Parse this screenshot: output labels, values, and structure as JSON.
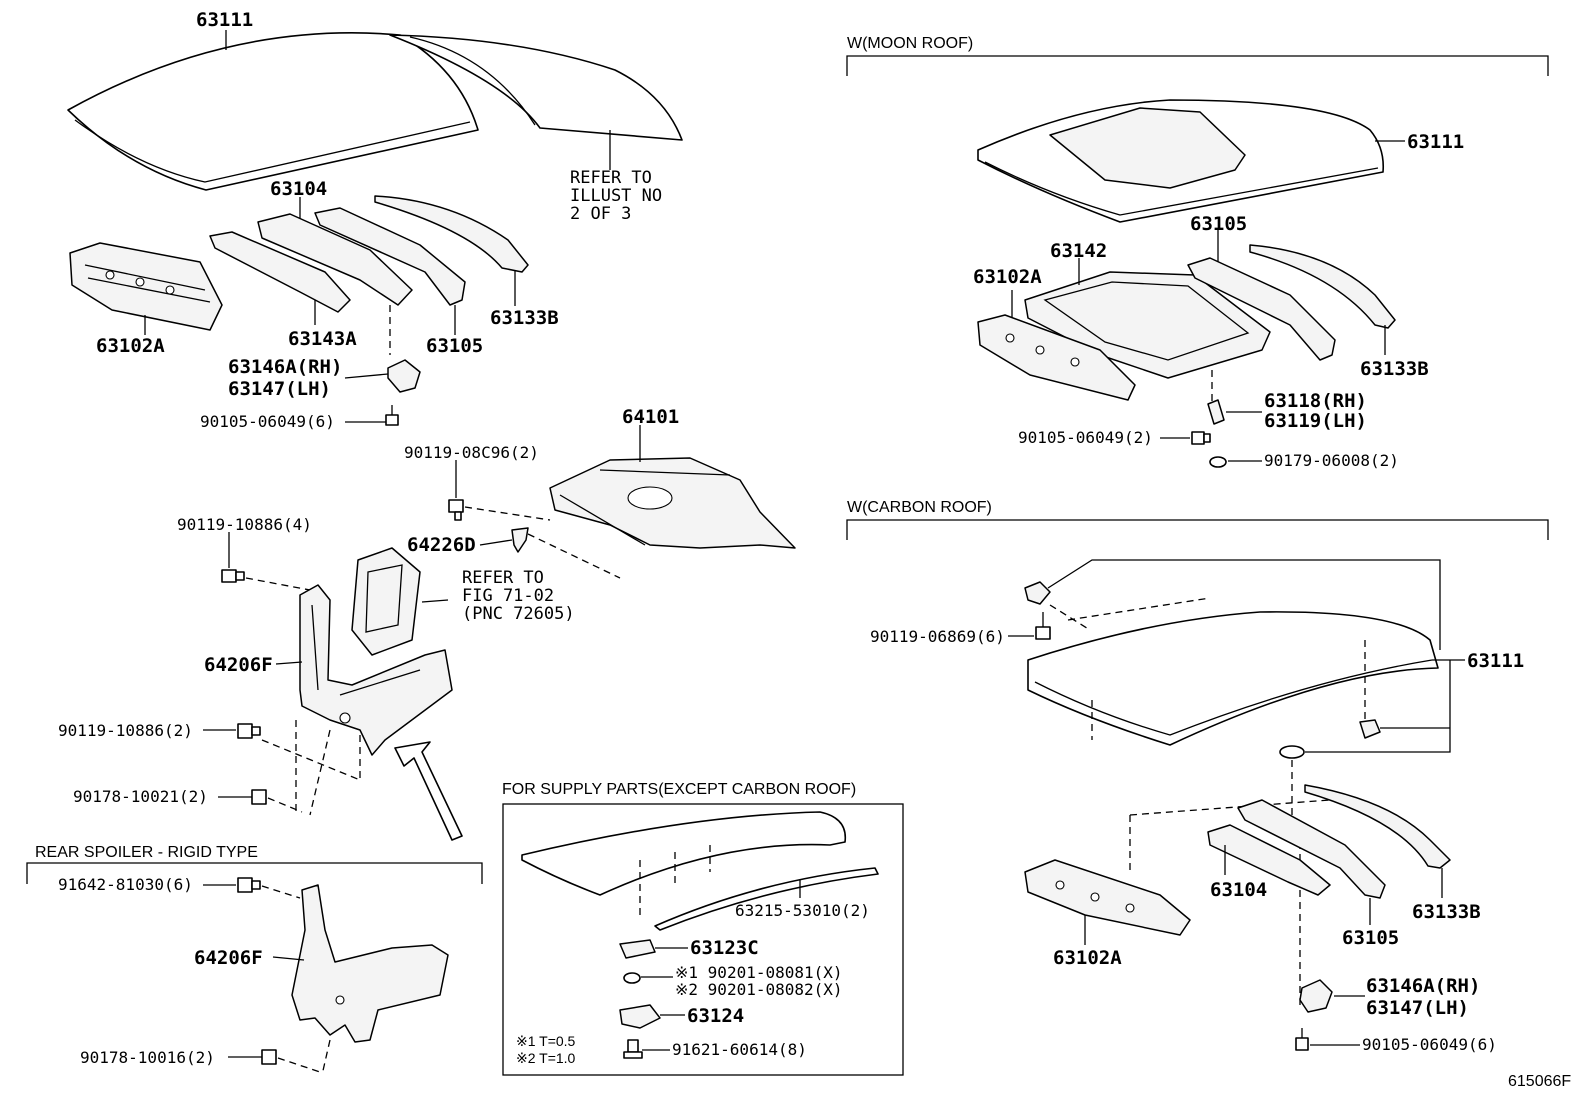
{
  "main_roof": {
    "p63111": "63111",
    "refer_illust": [
      "REFER TO",
      "ILLUST NO",
      "2 OF 3"
    ],
    "p63104": "63104",
    "p63102a": "63102A",
    "p63143a": "63143A",
    "p63105": "63105",
    "p63133b": "63133B",
    "p63146a": "63146A(RH)",
    "p63147": "63147(LH)",
    "p90105": "90105-06049(6)"
  },
  "rear_area": {
    "p64101": "64101",
    "p90119_08c96": "90119-08C96(2)",
    "p64226d": "64226D",
    "p90119_10886_4": "90119-10886(4)",
    "refer_fig": [
      "REFER TO",
      "FIG 71-02",
      "(PNC 72605)"
    ],
    "p64206f": "64206F",
    "p90119_10886_2": "90119-10886(2)",
    "p90178_10021": "90178-10021(2)"
  },
  "rear_spoiler": {
    "title": "REAR SPOILER - RIGID TYPE",
    "p91642": "91642-81030(6)",
    "p64206f": "64206F",
    "p90178_10016": "90178-10016(2)"
  },
  "supply": {
    "title": "FOR SUPPLY PARTS(EXCEPT CARBON ROOF)",
    "p63215": "63215-53010(2)",
    "p63123c": "63123C",
    "p90201_08081": "※1 90201-08081(X)",
    "p90201_08082": "※2 90201-08082(X)",
    "p63124": "63124",
    "p91621": "91621-60614(8)",
    "note1": "※1 T=0.5",
    "note2": "※2 T=1.0"
  },
  "moon_roof": {
    "title": "W(MOON ROOF)",
    "p63111": "63111",
    "p63105": "63105",
    "p63142": "63142",
    "p63102a": "63102A",
    "p63133b": "63133B",
    "p63118": "63118(RH)",
    "p63119": "63119(LH)",
    "p90105": "90105-06049(2)",
    "p90179": "90179-06008(2)"
  },
  "carbon_roof": {
    "title": "W(CARBON ROOF)",
    "p90119_06869": "90119-06869(6)",
    "p63111": "63111",
    "p63104": "63104",
    "p63102a": "63102A",
    "p63105": "63105",
    "p63133b": "63133B",
    "p63146a": "63146A(RH)",
    "p63147": "63147(LH)",
    "p90105": "90105-06049(6)"
  },
  "illustration_id": "615066F"
}
